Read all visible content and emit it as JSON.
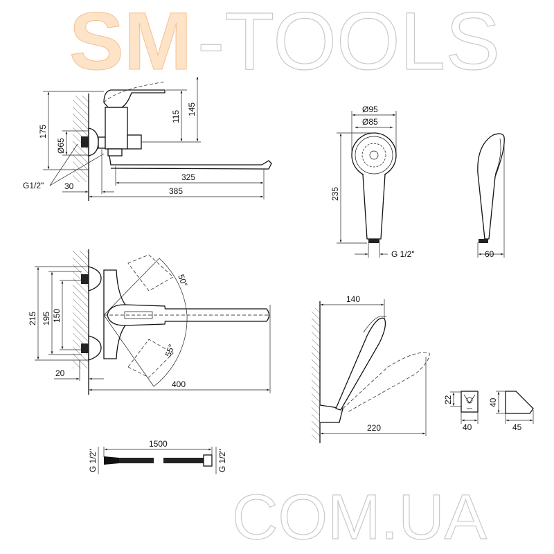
{
  "faucet_side_view": {
    "dims": {
      "overall_height": "175",
      "flange_diameter": "Ø65",
      "lever_height": "115",
      "handle_height": "145",
      "spout_reach": "325",
      "total_reach": "385",
      "wall_offset": "30",
      "thread": "G1/2\""
    }
  },
  "faucet_top_view": {
    "dims": {
      "flange_span": "215",
      "outer_span": "195",
      "center_span": "150",
      "wall_offset": "20",
      "spout_length": "400",
      "angle_up": "50°",
      "angle_down": "55°"
    }
  },
  "hand_shower": {
    "dims": {
      "head_outer": "Ø95",
      "head_inner": "Ø85",
      "length": "235",
      "thread": "G 1/2\"",
      "depth": "60"
    }
  },
  "shower_holder": {
    "dims": {
      "height": "140",
      "reach": "220",
      "bracket_height": "22",
      "bracket_width": "40",
      "side_height": "40",
      "side_depth": "45"
    }
  },
  "hose": {
    "length": "1500",
    "thread_left": "G 1/2\"",
    "thread_right": "G 1/2\""
  },
  "watermark": {
    "line1_a": "SM",
    "line1_b": "-TOOLS",
    "line2": "COM.UA",
    "accent": "#f6c08f"
  }
}
